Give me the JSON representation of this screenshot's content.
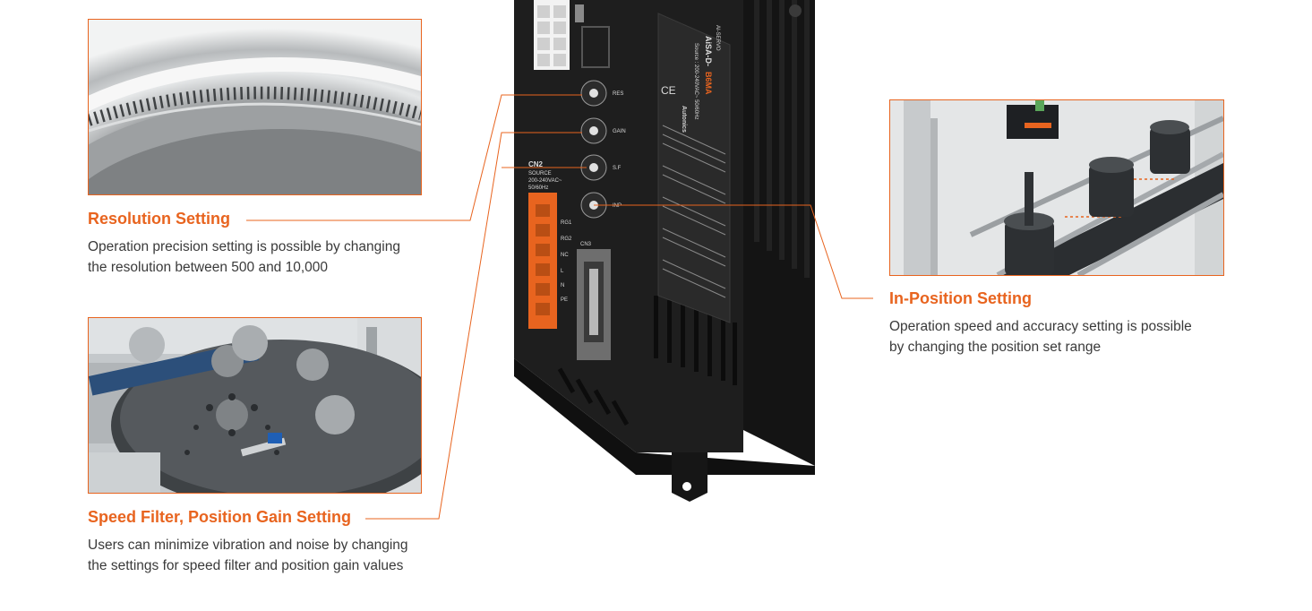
{
  "features": [
    {
      "title": "Resolution Setting",
      "desc_line1": "Operation precision setting is possible by changing",
      "desc_line2": "the resolution between 500 and 10,000"
    },
    {
      "title": "Speed Filter, Position Gain Setting",
      "desc_line1": "Users can minimize vibration and noise by changing",
      "desc_line2": "the settings for speed filter and position gain values"
    },
    {
      "title": "In-Position Setting",
      "desc_line1": "Operation speed and accuracy setting is possible",
      "desc_line2": "by changing the position set range"
    }
  ],
  "device": {
    "switch_labels": [
      "RES",
      "GAIN",
      "S.F",
      "INP"
    ],
    "cn2_label": "CN2",
    "cn2_source": "SOURCE",
    "cn2_voltage": "200-240VAC~",
    "cn2_freq": "50/60Hz",
    "cn2_pins": [
      "RG1",
      "RG2",
      "NC",
      "L",
      "N",
      "PE"
    ],
    "cn3_label": "CN3",
    "panel_series": "AI-SERVO",
    "panel_model": "AiSA-D-",
    "panel_model_suffix": "B6MA",
    "panel_source": "Source : 200-240VAC~ 50/60Hz",
    "brand": "Autonics"
  },
  "colors": {
    "accent": "#e8641f",
    "text": "#3a3a3a",
    "device": "#1e1e1e"
  }
}
